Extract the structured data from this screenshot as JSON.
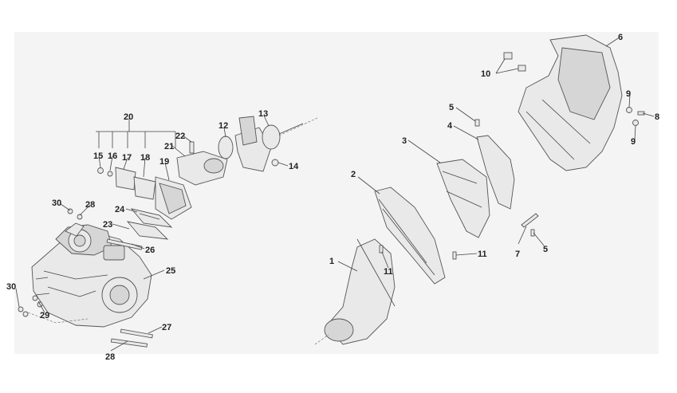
{
  "diagram": {
    "background_color": "#f4f4f4",
    "callouts": [
      {
        "id": "c1",
        "text": "1"
      },
      {
        "id": "c2",
        "text": "2"
      },
      {
        "id": "c3",
        "text": "3"
      },
      {
        "id": "c4",
        "text": "4"
      },
      {
        "id": "c5a",
        "text": "5"
      },
      {
        "id": "c5b",
        "text": "5"
      },
      {
        "id": "c6",
        "text": "6"
      },
      {
        "id": "c7",
        "text": "7"
      },
      {
        "id": "c8",
        "text": "8"
      },
      {
        "id": "c9a",
        "text": "9"
      },
      {
        "id": "c9b",
        "text": "9"
      },
      {
        "id": "c10",
        "text": "10"
      },
      {
        "id": "c11a",
        "text": "11"
      },
      {
        "id": "c11b",
        "text": "11"
      },
      {
        "id": "c12",
        "text": "12"
      },
      {
        "id": "c13",
        "text": "13"
      },
      {
        "id": "c14",
        "text": "14"
      },
      {
        "id": "c15",
        "text": "15"
      },
      {
        "id": "c16",
        "text": "16"
      },
      {
        "id": "c17",
        "text": "17"
      },
      {
        "id": "c18",
        "text": "18"
      },
      {
        "id": "c19",
        "text": "19"
      },
      {
        "id": "c20",
        "text": "20"
      },
      {
        "id": "c21",
        "text": "21"
      },
      {
        "id": "c22",
        "text": "22"
      },
      {
        "id": "c23",
        "text": "23"
      },
      {
        "id": "c24",
        "text": "24"
      },
      {
        "id": "c25",
        "text": "25"
      },
      {
        "id": "c26",
        "text": "26"
      },
      {
        "id": "c27",
        "text": "27"
      },
      {
        "id": "c28a",
        "text": "28"
      },
      {
        "id": "c28b",
        "text": "28"
      },
      {
        "id": "c29",
        "text": "29"
      },
      {
        "id": "c30a",
        "text": "30"
      },
      {
        "id": "c30b",
        "text": "30"
      }
    ]
  }
}
